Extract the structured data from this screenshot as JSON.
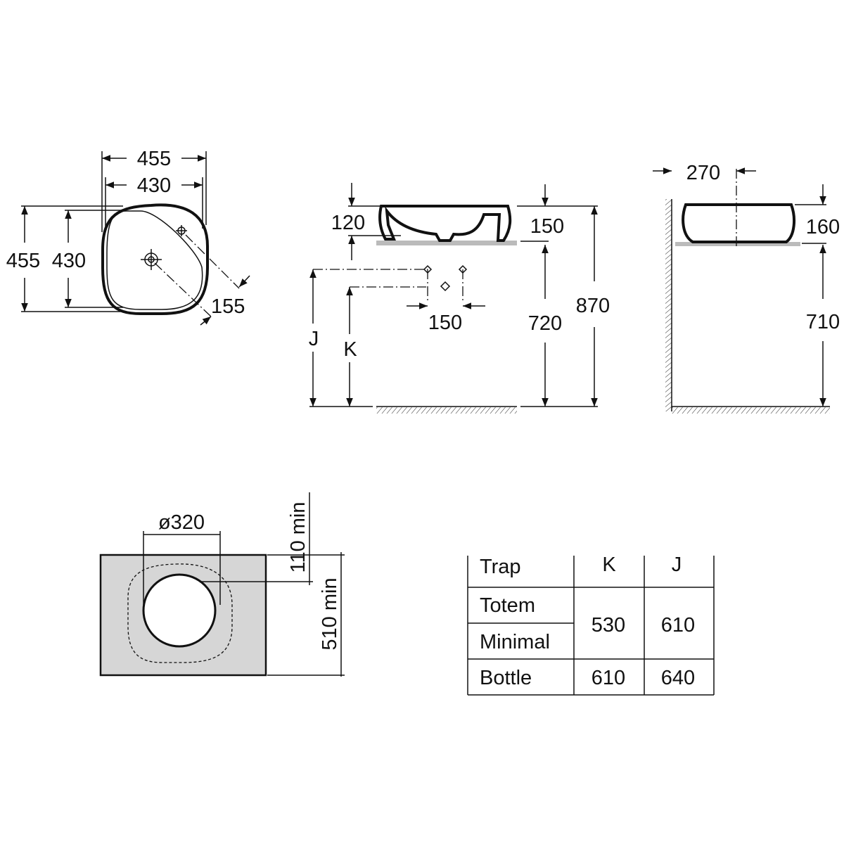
{
  "plan_view": {
    "outer_width": "455",
    "inner_width": "430",
    "outer_depth": "455",
    "inner_depth": "430",
    "tap_offset": "155"
  },
  "front_view": {
    "basin_height_left": "120",
    "basin_height_right": "150",
    "counter_height": "720",
    "total_height": "870",
    "wall_outlet_spacing": "150",
    "label_j": "J",
    "label_k": "K"
  },
  "side_view": {
    "depth": "270",
    "basin_height": "160",
    "counter_height": "710"
  },
  "cutout": {
    "diameter": "ø320",
    "min_back": "110 min",
    "min_depth": "510 min"
  },
  "trap_table": {
    "headers": [
      "Trap",
      "K",
      "J"
    ],
    "rows": [
      {
        "trap": "Totem"
      },
      {
        "trap": "Minimal"
      },
      {
        "trap": "Bottle",
        "k": "610",
        "j": "640"
      }
    ],
    "merged_k": "530",
    "merged_j": "610"
  }
}
